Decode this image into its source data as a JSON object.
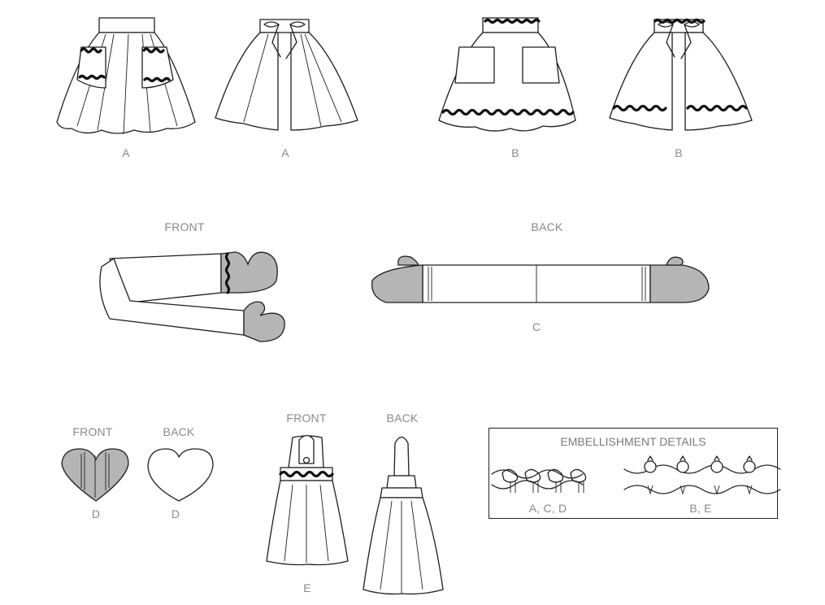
{
  "labels": {
    "skirt_a_front": "A",
    "skirt_a_back": "A",
    "skirt_b_front": "B",
    "skirt_b_back": "B",
    "mitt_front_heading": "FRONT",
    "mitt_back_heading": "BACK",
    "mitt_view": "C",
    "pot_front_heading": "FRONT",
    "pot_back_heading": "BACK",
    "pot_front_view": "D",
    "pot_back_view": "D",
    "towel_front_heading": "FRONT",
    "towel_back_heading": "BACK",
    "towel_view": "E"
  },
  "embellishment": {
    "title": "EMBELLISHMENT DETAILS",
    "left_caption": "A, C, D",
    "right_caption": "B, E"
  },
  "colors": {
    "line": "#1e1e1e",
    "mitt_fill": "#b5b5b5",
    "label": "#8a8a8a"
  }
}
